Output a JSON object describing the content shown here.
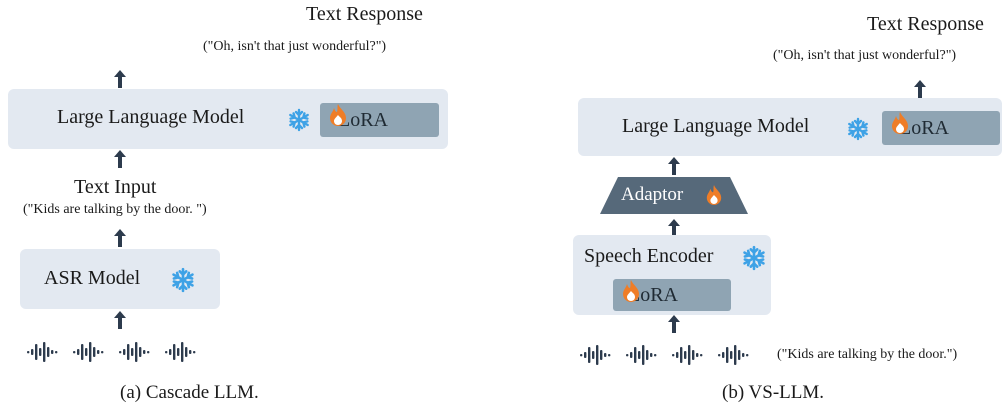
{
  "left": {
    "output_title": "Text Response",
    "output_quote": "(\"Oh, isn't that just wonderful?\")",
    "llm_label": "Large Language Model",
    "lora_label": "LoRA",
    "text_input_title": "Text Input",
    "text_input_quote": "(\"Kids are talking by the door. \")",
    "asr_label": "ASR Model",
    "caption": "(a) Cascade LLM."
  },
  "right": {
    "output_title": "Text Response",
    "output_quote": "(\"Oh, isn't that just wonderful?\")",
    "llm_label": "Large Language Model",
    "lora_label": "LoRA",
    "adaptor_label": "Adaptor",
    "encoder_label": "Speech Encoder",
    "encoder_lora_label": "LoRA",
    "speech_quote": "(\"Kids are talking by the door.\")",
    "caption": "(b) VS-LLM."
  },
  "icons": {
    "frozen": "snowflake-icon",
    "trainable": "flame-icon",
    "audio": "waveform-icon"
  },
  "colors": {
    "box_bg": "#e3e9f1",
    "lora_bg": "#8fa4b3",
    "adaptor_bg": "#56697a",
    "arrow": "#2d3b4d",
    "snowflake": "#3ea2e6",
    "flame": "#ef7d27"
  }
}
